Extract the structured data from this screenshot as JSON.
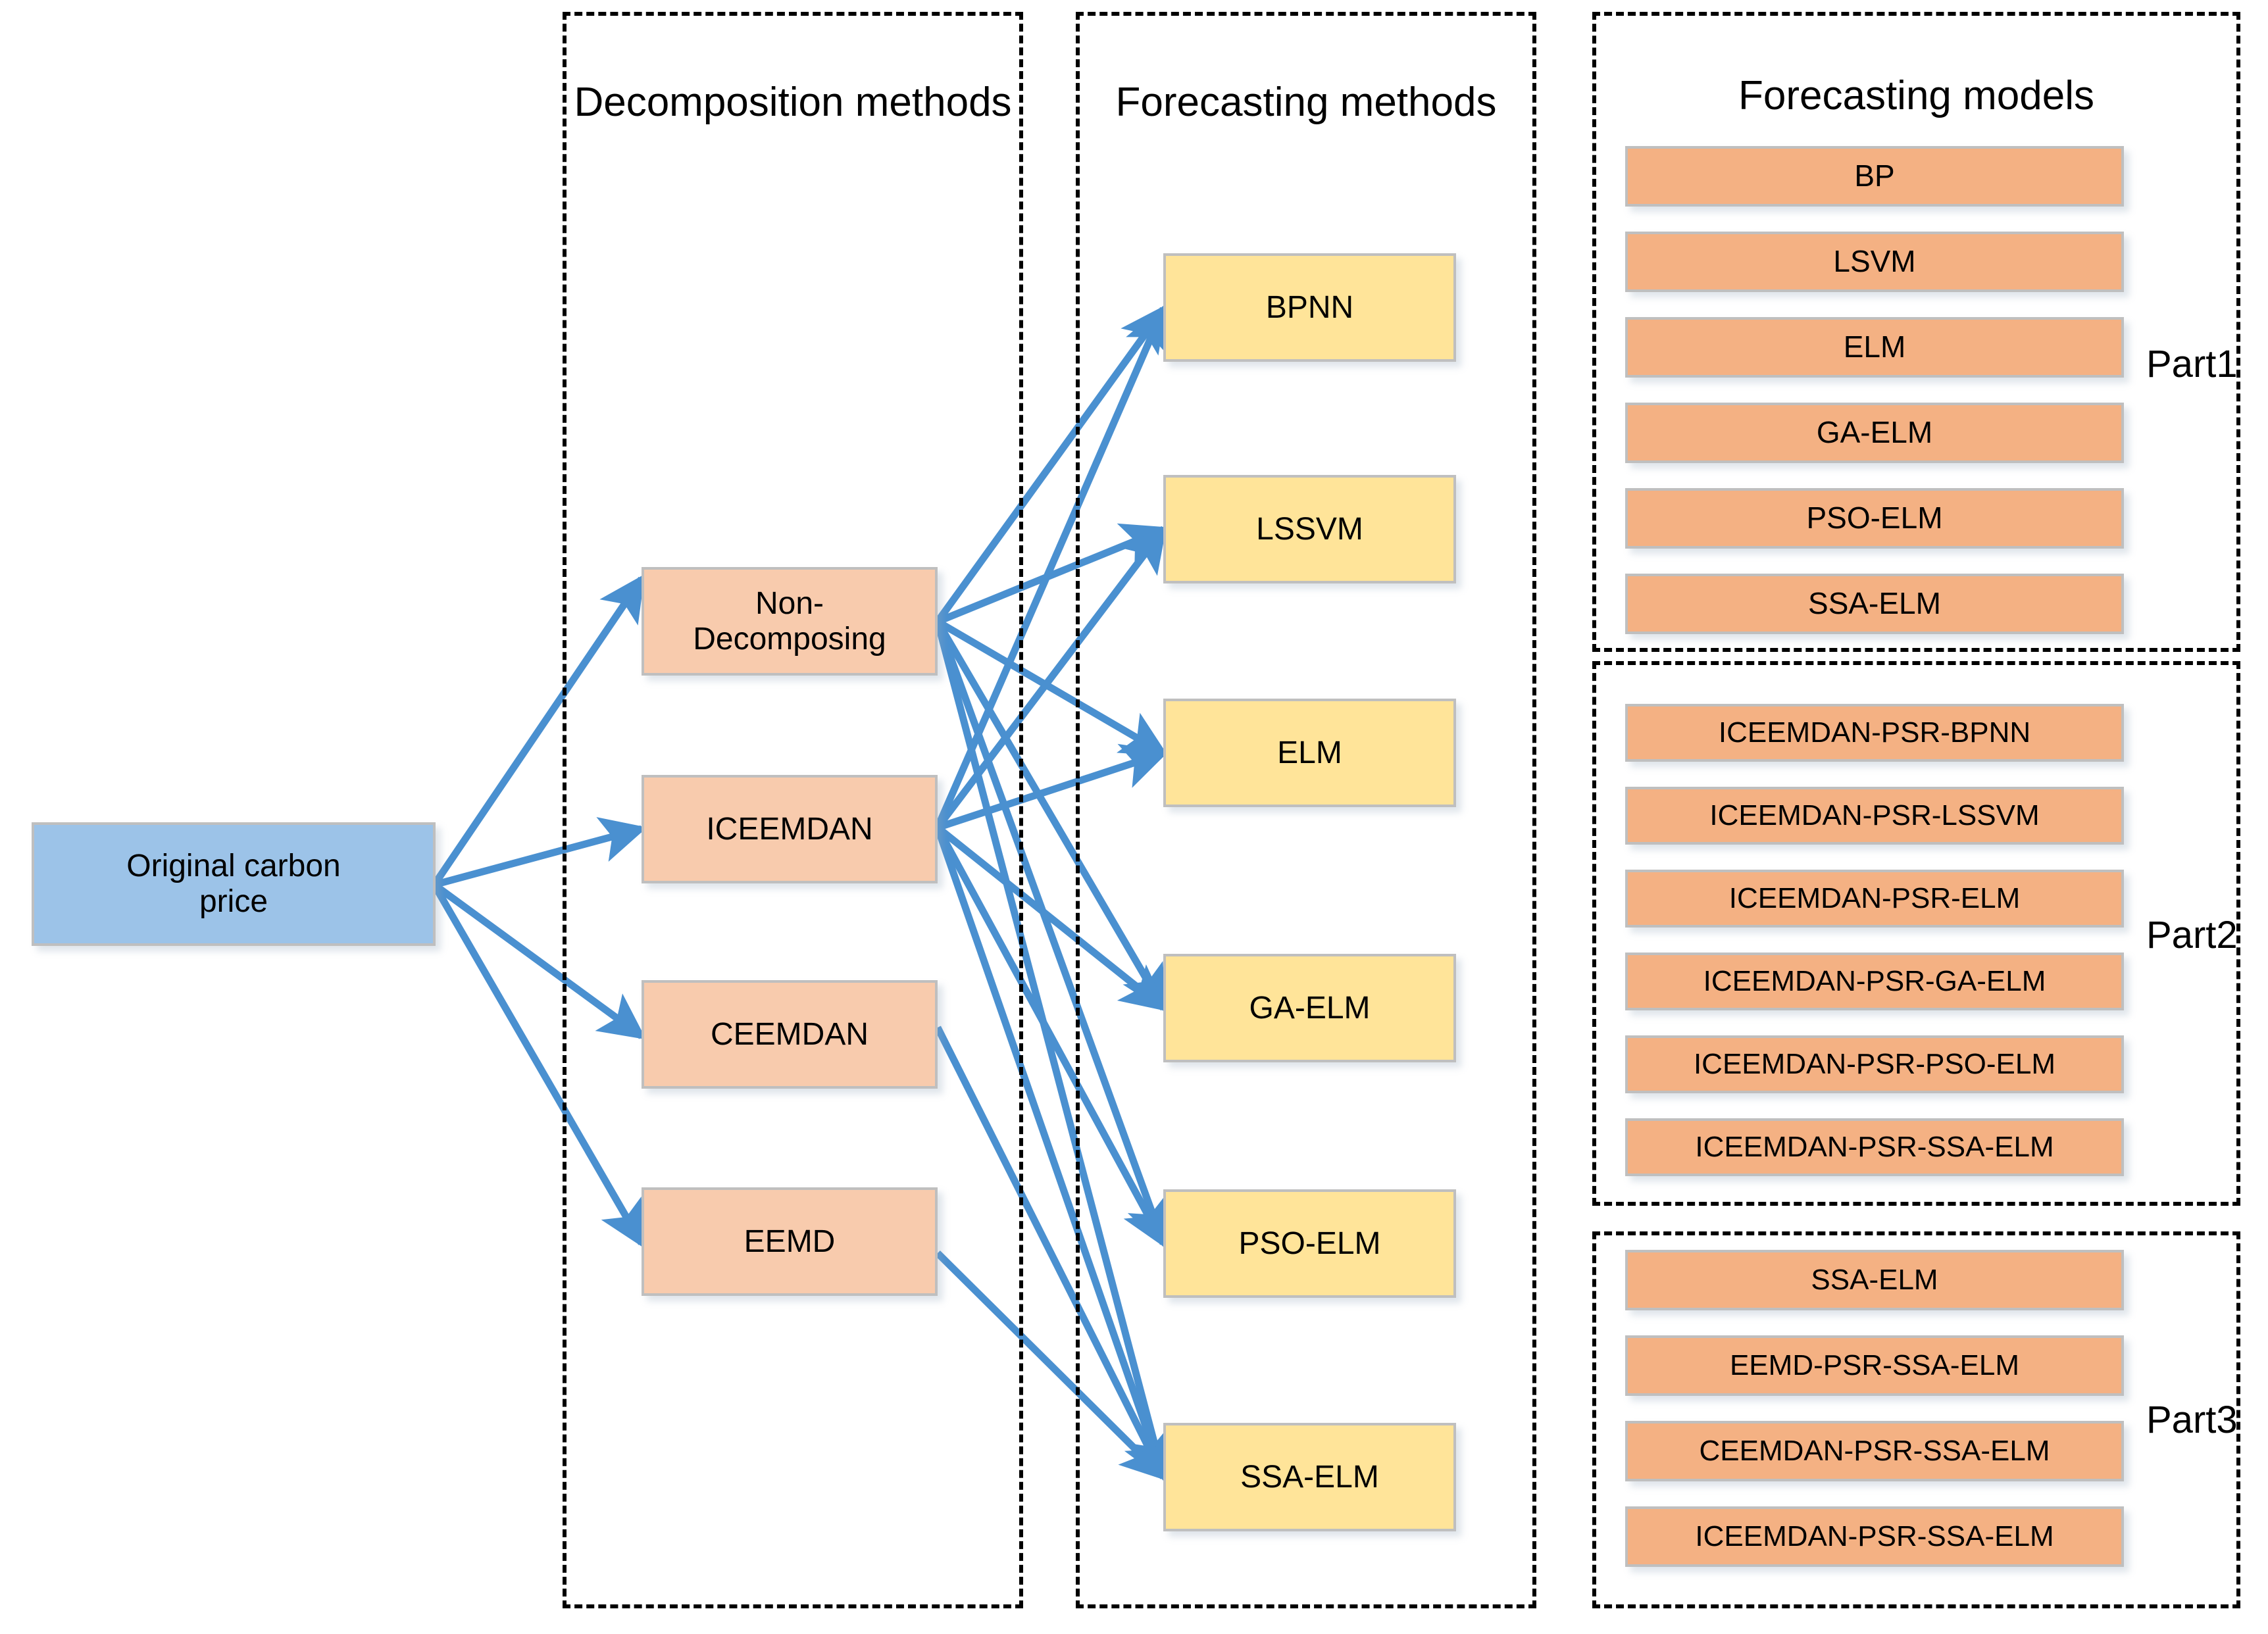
{
  "colors": {
    "source_box": "#9CC3E8",
    "decomposition_box": "#F8CBAD",
    "forecast_method_box": "#FFE499",
    "forecast_model_box": "#F4B183",
    "arrow": "#4A90D0",
    "panel_border": "#000000",
    "box_border": "#BFBFBF"
  },
  "source": {
    "label": "Original carbon\nprice",
    "line1": "Original carbon",
    "line2": "price"
  },
  "panels": {
    "decomposition": {
      "title": "Decomposition methods",
      "items": [
        {
          "id": "non-decomposing",
          "label_line1": "Non-",
          "label_line2": "Decomposing"
        },
        {
          "id": "iceemdan",
          "label": "ICEEMDAN"
        },
        {
          "id": "ceemdan",
          "label": "CEEMDAN"
        },
        {
          "id": "eemd",
          "label": "EEMD"
        }
      ]
    },
    "forecasting_methods": {
      "title": "Forecasting methods",
      "items": [
        {
          "id": "bpnn",
          "label": "BPNN"
        },
        {
          "id": "lssvm",
          "label": "LSSVM"
        },
        {
          "id": "elm",
          "label": "ELM"
        },
        {
          "id": "ga-elm",
          "label": "GA-ELM"
        },
        {
          "id": "pso-elm",
          "label": "PSO-ELM"
        },
        {
          "id": "ssa-elm",
          "label": "SSA-ELM"
        }
      ]
    },
    "forecasting_models": {
      "title": "Forecasting models",
      "groups": [
        {
          "id": "part1",
          "label": "Part1",
          "items": [
            {
              "label": "BP"
            },
            {
              "label": "LSVM"
            },
            {
              "label": "ELM"
            },
            {
              "label": "GA-ELM"
            },
            {
              "label": "PSO-ELM"
            },
            {
              "label": "SSA-ELM"
            }
          ]
        },
        {
          "id": "part2",
          "label": "Part2",
          "items": [
            {
              "label": "ICEEMDAN-PSR-BPNN"
            },
            {
              "label": "ICEEMDAN-PSR-LSSVM"
            },
            {
              "label": "ICEEMDAN-PSR-ELM"
            },
            {
              "label": "ICEEMDAN-PSR-GA-ELM"
            },
            {
              "label": "ICEEMDAN-PSR-PSO-ELM"
            },
            {
              "label": "ICEEMDAN-PSR-SSA-ELM"
            }
          ]
        },
        {
          "id": "part3",
          "label": "Part3",
          "items": [
            {
              "label": "SSA-ELM"
            },
            {
              "label": "EEMD-PSR-SSA-ELM"
            },
            {
              "label": "CEEMDAN-PSR-SSA-ELM"
            },
            {
              "label": "ICEEMDAN-PSR-SSA-ELM"
            }
          ]
        }
      ]
    }
  },
  "edges": [
    {
      "from": "original-carbon-price",
      "to": "non-decomposing"
    },
    {
      "from": "original-carbon-price",
      "to": "iceemdan"
    },
    {
      "from": "original-carbon-price",
      "to": "ceemdan"
    },
    {
      "from": "original-carbon-price",
      "to": "eemd"
    },
    {
      "from": "non-decomposing",
      "to": "bpnn"
    },
    {
      "from": "non-decomposing",
      "to": "lssvm"
    },
    {
      "from": "non-decomposing",
      "to": "elm"
    },
    {
      "from": "non-decomposing",
      "to": "ga-elm"
    },
    {
      "from": "non-decomposing",
      "to": "pso-elm"
    },
    {
      "from": "non-decomposing",
      "to": "ssa-elm"
    },
    {
      "from": "iceemdan",
      "to": "bpnn"
    },
    {
      "from": "iceemdan",
      "to": "lssvm"
    },
    {
      "from": "iceemdan",
      "to": "elm"
    },
    {
      "from": "iceemdan",
      "to": "ga-elm"
    },
    {
      "from": "iceemdan",
      "to": "pso-elm"
    },
    {
      "from": "iceemdan",
      "to": "ssa-elm"
    },
    {
      "from": "ceemdan",
      "to": "ssa-elm"
    },
    {
      "from": "eemd",
      "to": "ssa-elm"
    }
  ]
}
